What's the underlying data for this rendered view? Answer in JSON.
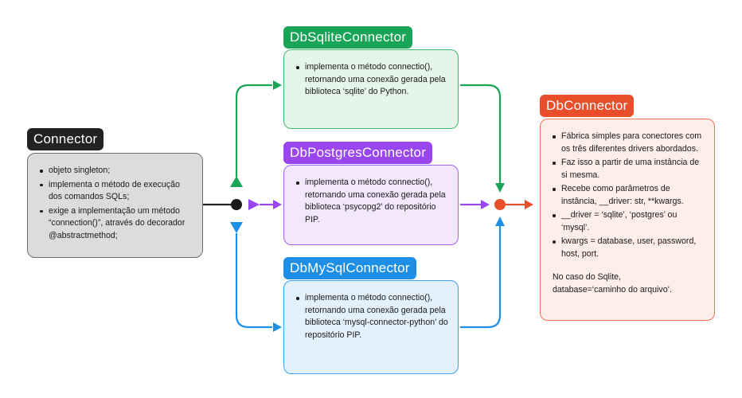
{
  "connector": {
    "title": "Connector",
    "items": [
      "objeto singleton;",
      "implementa o método de execução dos comandos SQLs;",
      "exige a implementação um método “connection()”, através do decorador @abstractmethod;"
    ]
  },
  "sqlite": {
    "title": "DbSqliteConnector",
    "items": [
      "implementa o método connectio(), retornando uma conexão gerada pela biblioteca ‘sqlite’ do Python."
    ]
  },
  "postgres": {
    "title": "DbPostgresConnector",
    "items": [
      "implementa o método connectio(), retornando uma conexão gerada pela biblioteca ‘psycopg2’ do repositório PIP."
    ]
  },
  "mysql": {
    "title": "DbMySqlConnector",
    "items": [
      "implementa o método connectio(), retornando uma conexão gerada pela biblioteca ‘mysql-connector-python’ do repositório PIP."
    ]
  },
  "dbconnector": {
    "title": "DbConnector",
    "items": [
      "Fábrica simples para conectores com os três diferentes drivers abordados.",
      "Faz isso a partir de uma instância de si mesma.",
      "Recebe como parâmetros de instância, __driver: str, **kwargs.",
      "__driver = ‘sqlite’, ‘postgres’ ou ‘mysql’.",
      "kwargs = database, user, password, host, port."
    ],
    "note_line1": "No caso do Sqlite,",
    "note_line2": "database=‘caminho do arquivo’."
  },
  "colors": {
    "connector": "#222222",
    "sqlite": "#19a457",
    "postgres": "#9946f0",
    "mysql": "#1d8fe6",
    "dbconnector": "#e94e2a"
  }
}
